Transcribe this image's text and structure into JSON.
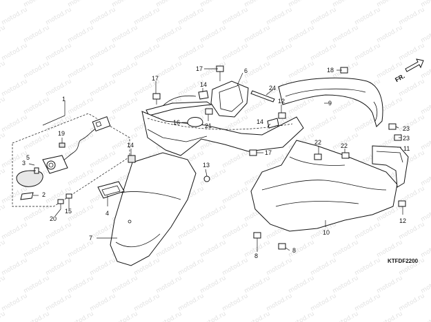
{
  "diagram": {
    "code": "KTFDF2200",
    "direction_label": "FR.",
    "watermark": "motod.ru",
    "callouts": [
      {
        "id": "c1",
        "label": "1"
      },
      {
        "id": "c2",
        "label": "2"
      },
      {
        "id": "c3",
        "label": "3"
      },
      {
        "id": "c4",
        "label": "4"
      },
      {
        "id": "c5",
        "label": "5"
      },
      {
        "id": "c6",
        "label": "6"
      },
      {
        "id": "c7",
        "label": "7"
      },
      {
        "id": "c8a",
        "label": "8"
      },
      {
        "id": "c8b",
        "label": "8"
      },
      {
        "id": "c9",
        "label": "9"
      },
      {
        "id": "c10",
        "label": "10"
      },
      {
        "id": "c11",
        "label": "11"
      },
      {
        "id": "c12a",
        "label": "12"
      },
      {
        "id": "c12b",
        "label": "12"
      },
      {
        "id": "c13",
        "label": "13"
      },
      {
        "id": "c14a",
        "label": "14"
      },
      {
        "id": "c14b",
        "label": "14"
      },
      {
        "id": "c14c",
        "label": "14"
      },
      {
        "id": "c15",
        "label": "15"
      },
      {
        "id": "c16",
        "label": "16"
      },
      {
        "id": "c17a",
        "label": "17"
      },
      {
        "id": "c17b",
        "label": "17"
      },
      {
        "id": "c17c",
        "label": "17"
      },
      {
        "id": "c18",
        "label": "18"
      },
      {
        "id": "c19",
        "label": "19"
      },
      {
        "id": "c20",
        "label": "20"
      },
      {
        "id": "c21",
        "label": "21"
      },
      {
        "id": "c22a",
        "label": "22"
      },
      {
        "id": "c22b",
        "label": "22"
      },
      {
        "id": "c23a",
        "label": "23"
      },
      {
        "id": "c23b",
        "label": "23"
      },
      {
        "id": "c24",
        "label": "24"
      }
    ]
  }
}
